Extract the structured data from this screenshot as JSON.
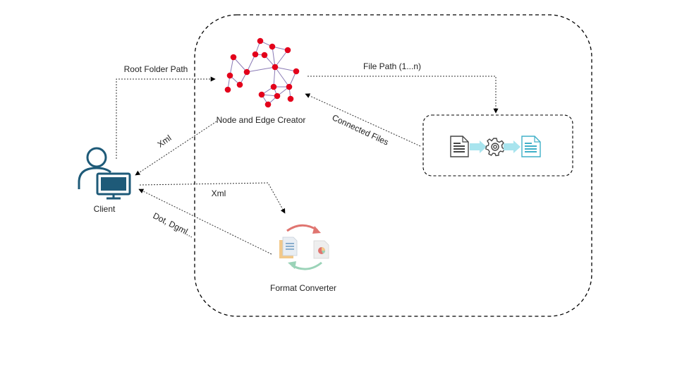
{
  "nodes": {
    "client": {
      "label": "Client",
      "icon": "user-computer-icon"
    },
    "node_edge_creator": {
      "label": "Node and Edge Creator",
      "icon": "network-graph-icon"
    },
    "format_converter": {
      "label": "Format Converter",
      "icon": "format-conversion-icon"
    },
    "file_processor": {
      "icon": "document-processing-icon"
    }
  },
  "edges": {
    "root_folder_path": "Root Folder Path",
    "file_path": "File Path (1...n)",
    "connected_files": "Connected Files",
    "xml_to_client": "Xml",
    "xml_to_converter": "Xml",
    "dot_dgml": "Dot, Dgml..."
  },
  "colors": {
    "client_icon": "#1e5a78",
    "graph_node": "#e3001b",
    "graph_edge": "#8a7ab5",
    "arrow_teal": "#a8e4ee",
    "doc_teal": "#40b0c8",
    "convert_red": "#e07570",
    "convert_green": "#9bd3b8"
  }
}
